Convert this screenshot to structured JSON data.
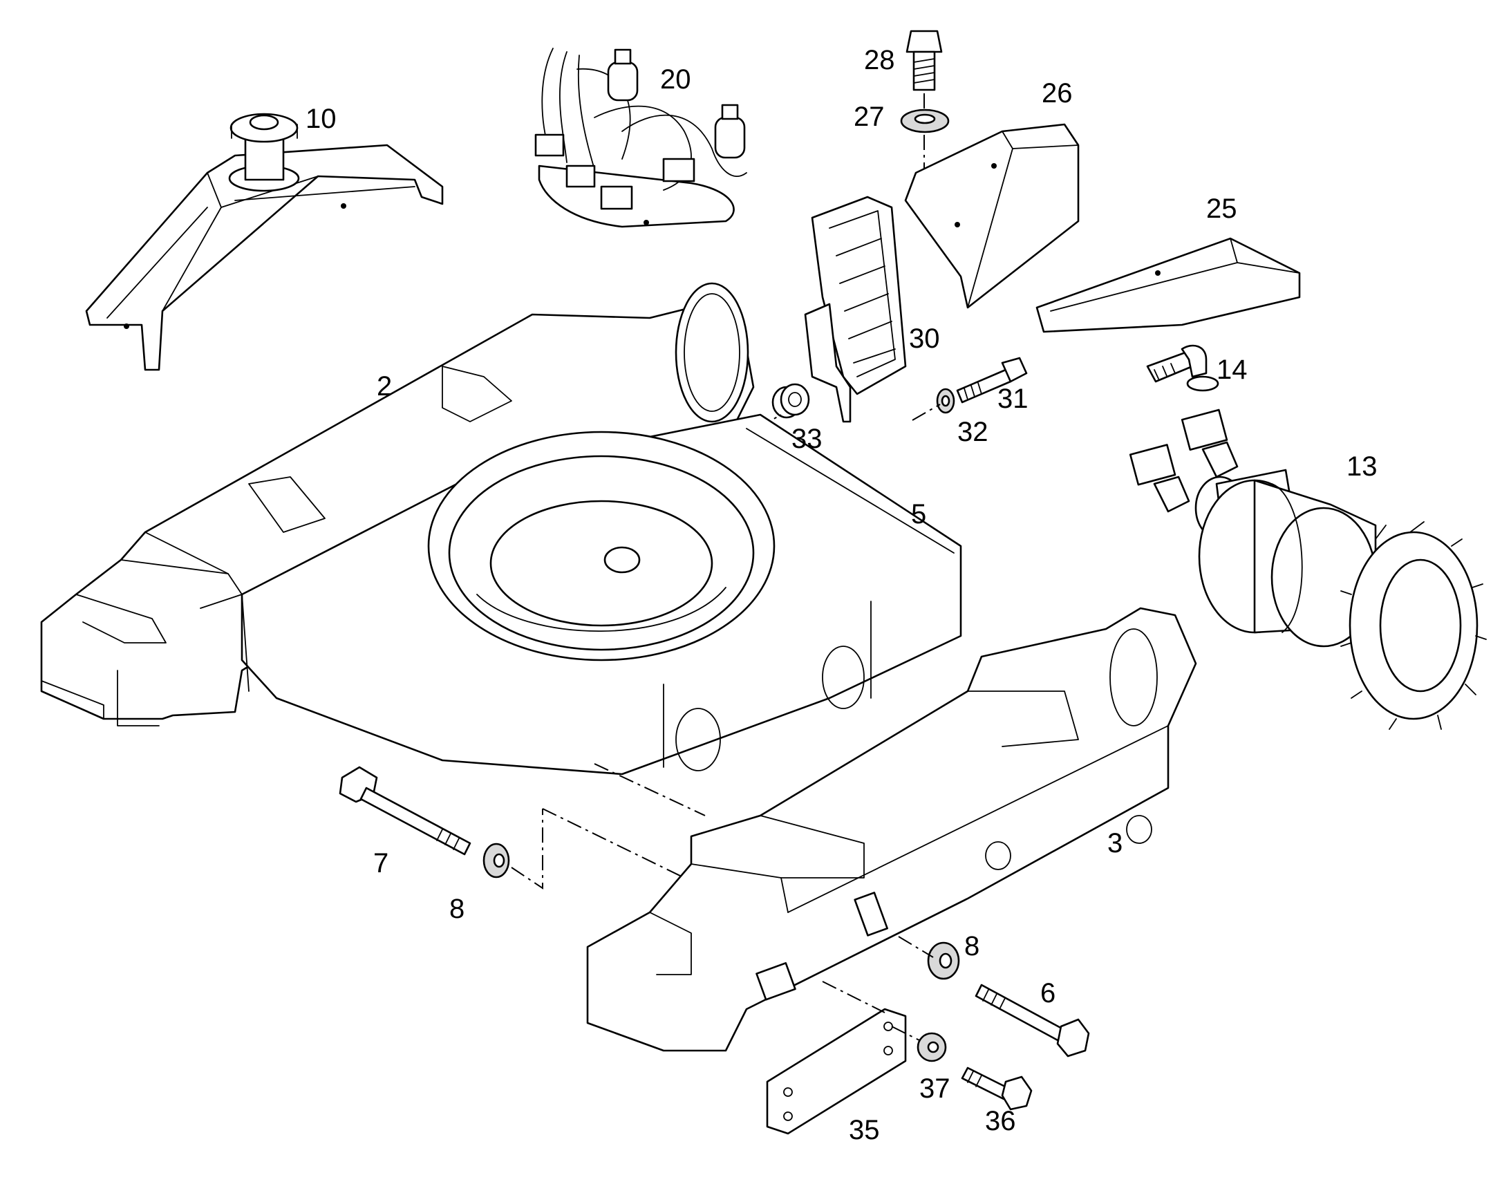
{
  "callouts": {
    "c2": "2",
    "c3": "3",
    "c5": "5",
    "c6": "6",
    "c7": "7",
    "c8a": "8",
    "c8b": "8",
    "c10": "10",
    "c13": "13",
    "c14": "14",
    "c20": "20",
    "c25": "25",
    "c26": "26",
    "c27": "27",
    "c28": "28",
    "c30": "30",
    "c31": "31",
    "c32": "32",
    "c33": "33",
    "c35": "35",
    "c36": "36",
    "c37": "37"
  },
  "colors": {
    "line": "#000000",
    "background": "#ffffff",
    "shading": "#d9d9d9"
  }
}
